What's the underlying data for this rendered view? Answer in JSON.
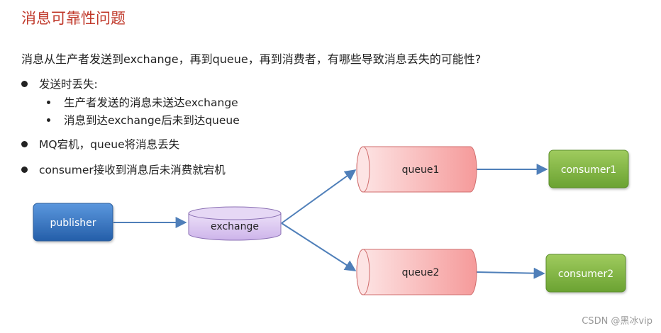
{
  "title": "消息可靠性问题",
  "intro": "消息从生产者发送到exchange，再到queue，再到消费者，有哪些导致消息丢失的可能性?",
  "bullets": {
    "send_loss": "发送时丢失:",
    "send_loss_subs": [
      "生产者发送的消息未送达exchange",
      "消息到达exchange后未到达queue"
    ],
    "mq_down": "MQ宕机，queue将消息丢失",
    "consumer_down": "consumer接收到消息后未消费就宕机"
  },
  "diagram": {
    "publisher": "publisher",
    "exchange": "exchange",
    "queue1": "queue1",
    "queue2": "queue2",
    "consumer1": "consumer1",
    "consumer2": "consumer2"
  },
  "colors": {
    "title": "#c0392b",
    "publisher": "#2f6fb8",
    "exchange": "#d9c7ee",
    "queue": "#f7b4b4",
    "consumer": "#7bb041",
    "arrow": "#4f7fb9"
  },
  "watermark": "CSDN @黑冰vip"
}
